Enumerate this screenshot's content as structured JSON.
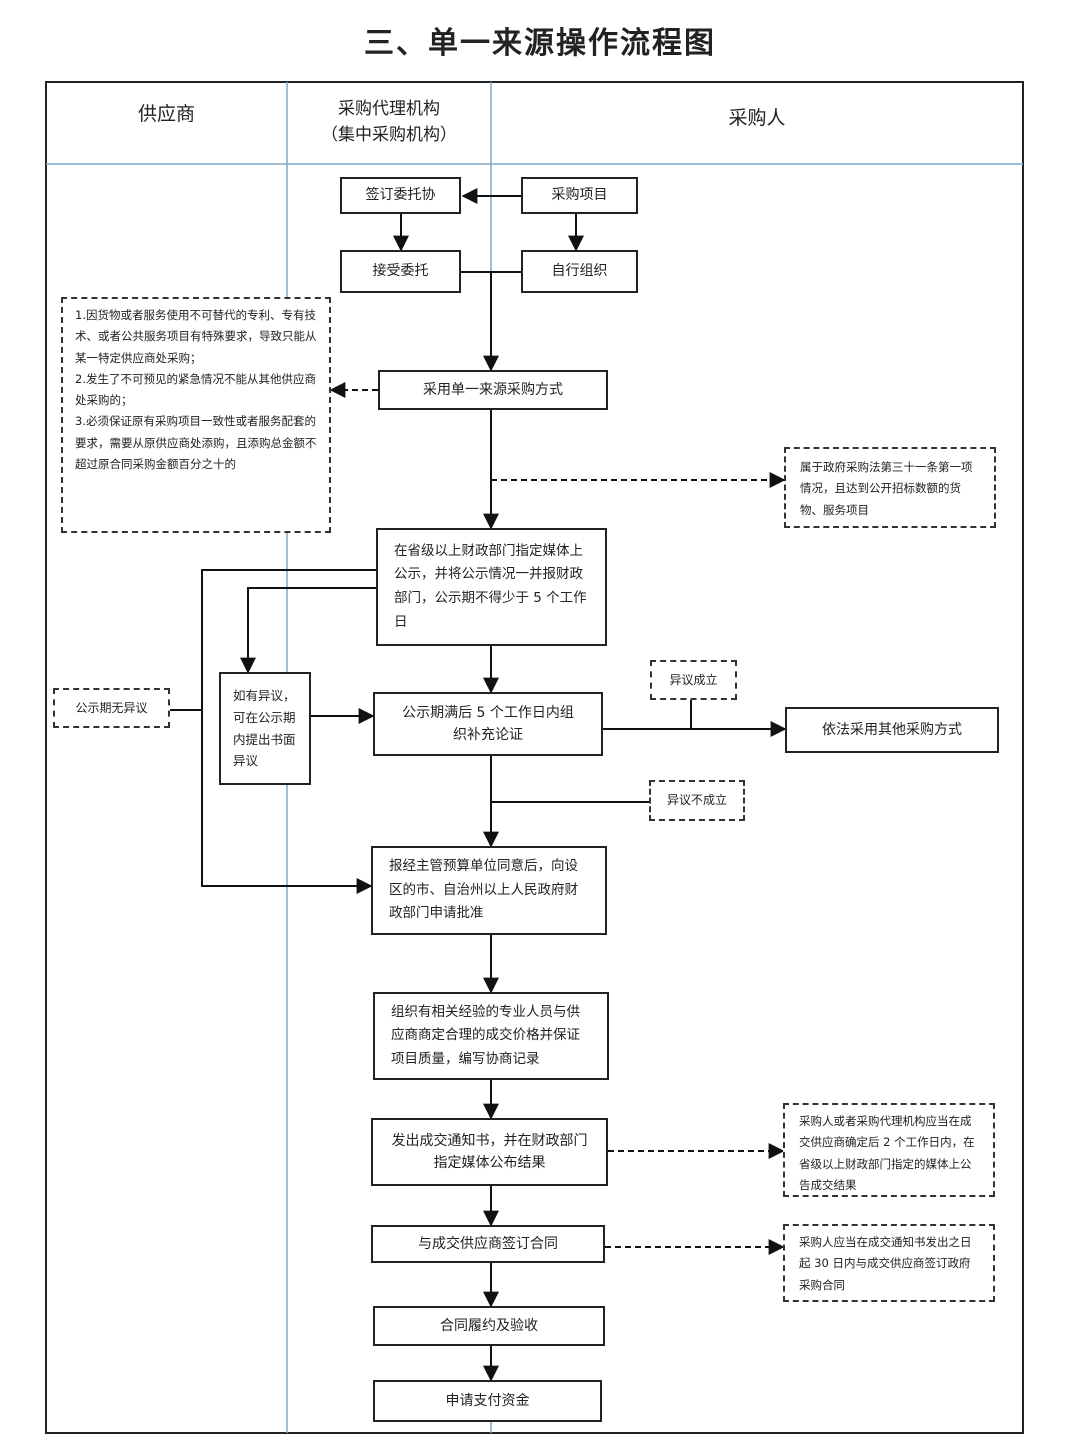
{
  "title": "三、单一来源操作流程图",
  "lanes": {
    "supplier": "供应商",
    "agency_line1": "采购代理机构",
    "agency_line2": "（集中采购机构）",
    "purchaser": "采购人"
  },
  "boxes": {
    "sign_entrust": "签订委托协",
    "purchase_project": "采购项目",
    "accept_entrust": "接受委托",
    "self_organize": "自行组织",
    "adopt_single_source": "采用单一来源采购方式",
    "publicize": "在省级以上财政部门指定媒体上公示，并将公示情况一并报财政部门，公示期不得少于 5 个工作日",
    "objection_if_any": "如有异议，可在公示期内提出书面异议",
    "supplementary_demo": "公示期满后 5 个工作日内组织补充论证",
    "other_methods": "依法采用其他采购方式",
    "apply_approval": "报经主管预算单位同意后，向设区的市、自治州以上人民政府财政部门申请批准",
    "negotiate": "组织有相关经验的专业人员与供应商商定合理的成交价格并保证项目质量，编写协商记录",
    "notice_result": "发出成交通知书，并在财政部门指定媒体公布结果",
    "sign_contract": "与成交供应商签订合同",
    "perform_accept": "合同履约及验收",
    "apply_payment": "申请支付资金"
  },
  "notes": {
    "conditions": [
      "1.因货物或者服务使用不可替代的专利、专有技术、或者公共服务项目有特殊要求，导致只能从某一特定供应商处采购；",
      "2.发生了不可预见的紧急情况不能从其他供应商处采购的；",
      "3.必须保证原有采购项目一致性或者服务配套的要求，需要从原供应商处添购，且添购总金额不超过原合同采购金额百分之十的"
    ],
    "article31": "属于政府采购法第三十一条第一项情况，且达到公开招标数额的货物、服务项目",
    "no_objection": "公示期无异议",
    "objection_valid": "异议成立",
    "objection_invalid": "异议不成立",
    "announce_deadline": "采购人或者采购代理机构应当在成交供应商确定后 2 个工作日内，在省级以上财政部门指定的媒体上公告成交结果",
    "contract_deadline": "采购人应当在成交通知书发出之日起 30 日内与成交供应商签订政府采购合同"
  }
}
